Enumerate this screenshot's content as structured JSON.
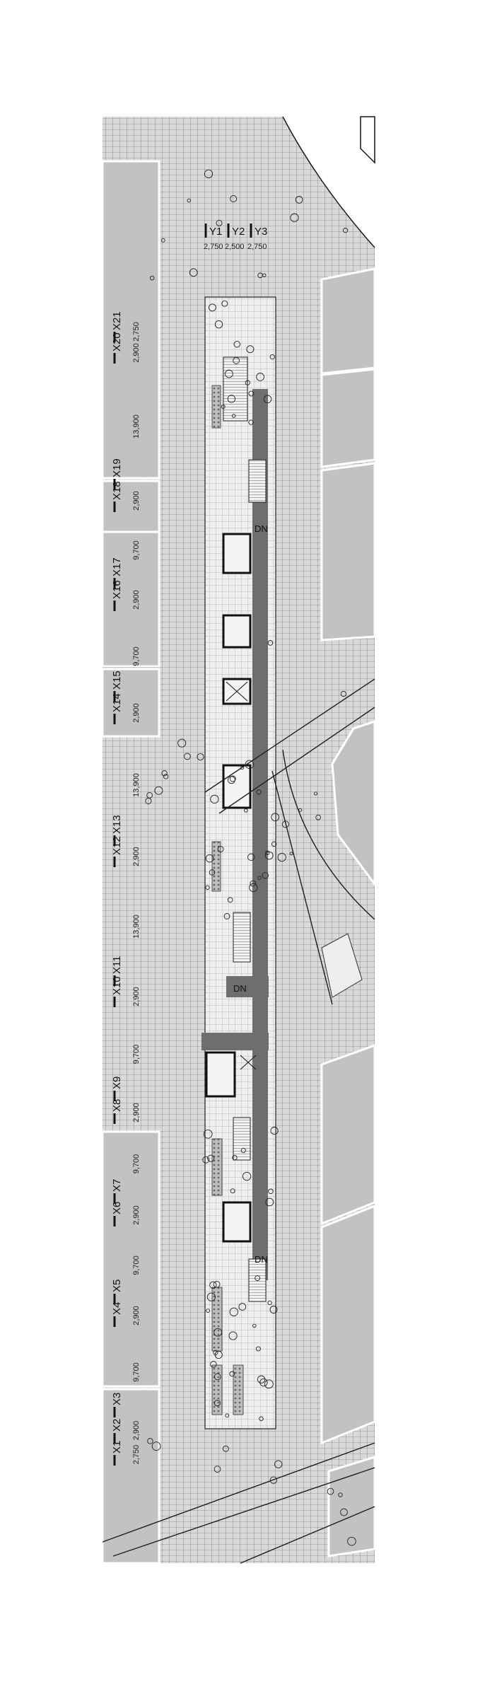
{
  "drawing": {
    "y_grid_labels": [
      "Y1",
      "Y2",
      "Y3"
    ],
    "y_grid_dims": [
      "2,750",
      "2,500",
      "2,750"
    ],
    "x_grid_labels": [
      "X1",
      "X2",
      "X3",
      "X4",
      "X5",
      "X6",
      "X7",
      "X8",
      "X9",
      "X10",
      "X11",
      "X12",
      "X13",
      "X14",
      "X15",
      "X16",
      "X17",
      "X18",
      "X19",
      "X20",
      "X21"
    ],
    "x_grid_dims": [
      "2,750",
      "2,900",
      "9,700",
      "2,900",
      "9,700",
      "2,900",
      "9,700",
      "2,900",
      "9,700",
      "2,900",
      "13,900",
      "2,900",
      "13,900",
      "2,900",
      "9,700",
      "2,900",
      "9,700",
      "2,900",
      "13,900",
      "2,900",
      "2,750"
    ],
    "stair_labels": [
      "DN",
      "DN",
      "DN"
    ],
    "colors": {
      "paving": "#d6d6d6",
      "buildings": "#c2c2c2",
      "corridor": "#6e6e6e",
      "platform": "#ececec",
      "lines": "#1e1e1e"
    },
    "icons": [
      "tree-symbol",
      "stair-symbol",
      "elevator-symbol",
      "planter-symbol"
    ]
  }
}
